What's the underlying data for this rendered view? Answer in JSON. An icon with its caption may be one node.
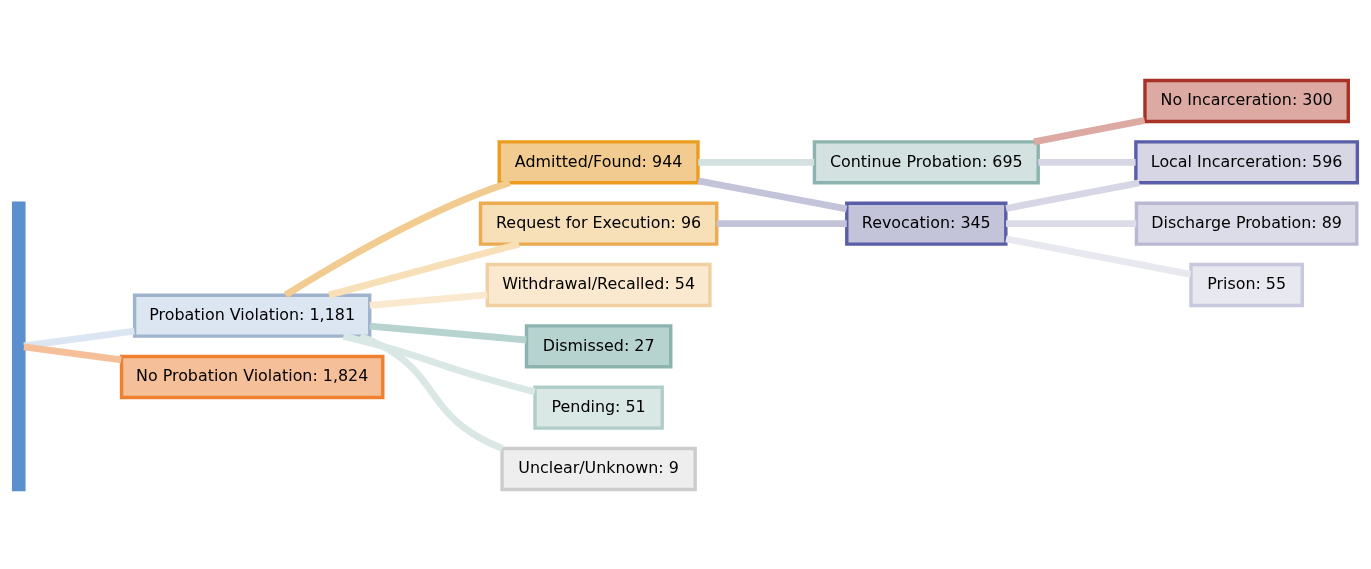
{
  "diagram": {
    "nodes": [
      {
        "text": [],
        "shape": "bar"
      },
      {
        "text": [
          "Probation Violation: 1,181"
        ]
      },
      {
        "text": [
          "No Probation Violation: 1,824"
        ]
      },
      {
        "text": [
          "Admitted/Found: 944"
        ]
      },
      {
        "text": [
          "Request for Execution: 96"
        ]
      },
      {
        "text": [
          "Withdrawal/Recalled: 54"
        ]
      },
      {
        "text": [
          "Dismissed: 27"
        ]
      },
      {
        "text": [
          "Pending: 51"
        ]
      },
      {
        "text": [
          "Unclear/Unknown: 9"
        ]
      },
      {
        "text": [
          "Continue Probation: 695"
        ]
      },
      {
        "text": [
          "Revocation: 345"
        ]
      },
      {
        "text": [
          "No Incarceration: 300"
        ]
      },
      {
        "text": [
          "Local Incarceration: 596"
        ]
      },
      {
        "text": [
          "Discharge Probation: 89"
        ]
      },
      {
        "text": [
          "Prison: 55"
        ]
      }
    ],
    "edges": [
      {
        "from": 0,
        "to": 1,
        "arrow": "none",
        "color": "#dce6f2"
      },
      {
        "from": 0,
        "to": 2,
        "arrow": "none",
        "color": "#f5bf99"
      },
      {
        "from": 1,
        "to": 3,
        "arrow": "none",
        "color": "#f2cb90"
      },
      {
        "from": 1,
        "to": 4,
        "arrow": "none",
        "color": "#f7dfb8"
      },
      {
        "from": 1,
        "to": 5,
        "arrow": "none",
        "color": "#fae8cf"
      },
      {
        "from": 1,
        "to": 6,
        "arrow": "none",
        "color": "#b7d3d0"
      },
      {
        "from": 1,
        "to": 7,
        "arrow": "none",
        "color": "#d9e7e5"
      },
      {
        "from": 1,
        "to": 8,
        "arrow": "none",
        "color": "#d9e7e5"
      },
      {
        "from": 3,
        "to": 9,
        "arrow": "none",
        "color": "#d3e2e0"
      },
      {
        "from": 3,
        "to": 10,
        "arrow": "none",
        "color": "#c3c3d9"
      },
      {
        "from": 4,
        "to": 10,
        "arrow": "none",
        "color": "#c3c3d9"
      },
      {
        "from": 9,
        "to": 11,
        "arrow": "none",
        "color": "#dcaaa3"
      },
      {
        "from": 9,
        "to": 12,
        "arrow": "none",
        "color": "#d6d6e4"
      },
      {
        "from": 10,
        "to": 12,
        "arrow": "none",
        "color": "#d6d6e4"
      },
      {
        "from": 10,
        "to": 13,
        "arrow": "none",
        "color": "#dcdce8"
      },
      {
        "from": 10,
        "to": 14,
        "arrow": "none",
        "color": "#e8e8f0"
      }
    ]
  }
}
